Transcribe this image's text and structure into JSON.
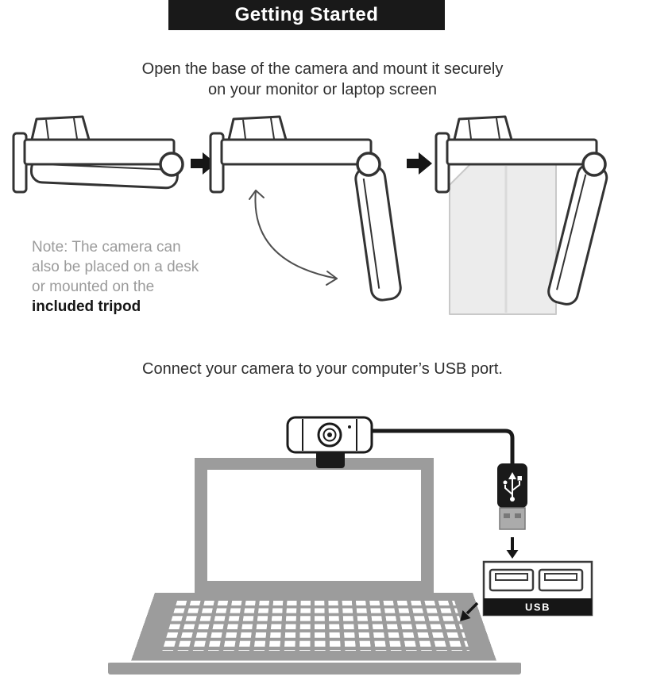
{
  "banner": {
    "title": "Getting Started"
  },
  "mount_section": {
    "instruction_line1": "Open the base of the camera and mount it securely",
    "instruction_line2": "on your monitor or laptop screen",
    "note_line1": "Note: The camera can",
    "note_line2": "also be placed on a desk",
    "note_line3": "or mounted on the",
    "note_line4_bold": "included tripod"
  },
  "connect_section": {
    "instruction": "Connect your camera to your computer’s USB port.",
    "usb_panel_label": "USB"
  },
  "colors": {
    "banner_bg": "#191919",
    "text_dark": "#2e2e2e",
    "note_gray": "#9b9b9b",
    "laptop_gray": "#9c9c9c"
  }
}
